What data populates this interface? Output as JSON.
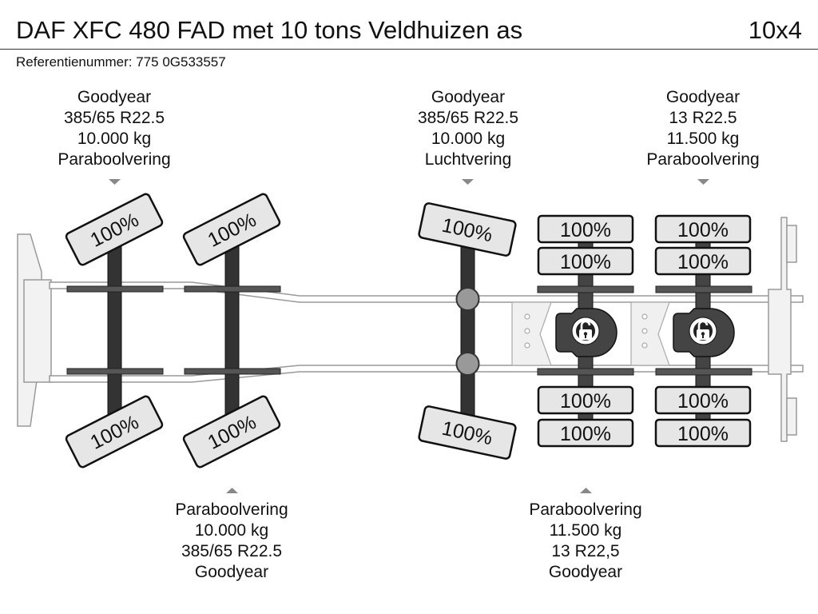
{
  "header": {
    "title": "DAF XFC 480 FAD met 10 tons Veldhuizen as",
    "axle_config": "10x4",
    "reference": "Referentienummer: 775 0G533557"
  },
  "top_labels": [
    {
      "brand": "Goodyear",
      "size": "385/65 R22.5",
      "load": "10.000 kg",
      "suspension": "Paraboolvering"
    },
    {
      "brand": "Goodyear",
      "size": "385/65 R22.5",
      "load": "10.000 kg",
      "suspension": "Luchtvering"
    },
    {
      "brand": "Goodyear",
      "size": "13 R22.5",
      "load": "11.500 kg",
      "suspension": "Paraboolvering"
    }
  ],
  "bottom_labels": [
    {
      "suspension": "Paraboolvering",
      "load": "10.000 kg",
      "size": "385/65 R22.5",
      "brand": "Goodyear"
    },
    {
      "suspension": "Paraboolvering",
      "load": "11.500 kg",
      "size": "13 R22,5",
      "brand": "Goodyear"
    }
  ],
  "tires": {
    "axle1": {
      "top": "100%",
      "bottom": "100%"
    },
    "axle2": {
      "top": "100%",
      "bottom": "100%"
    },
    "axle3": {
      "top": "100%",
      "bottom": "100%"
    },
    "axle4": {
      "top_outer": "100%",
      "top_inner": "100%",
      "bottom_inner": "100%",
      "bottom_outer": "100%"
    },
    "axle5": {
      "top_outer": "100%",
      "top_inner": "100%",
      "bottom_inner": "100%",
      "bottom_outer": "100%"
    }
  },
  "icons": {
    "differential_lock": "lock-open-icon",
    "marker_down": "triangle-down-icon",
    "marker_up": "triangle-up-icon"
  }
}
